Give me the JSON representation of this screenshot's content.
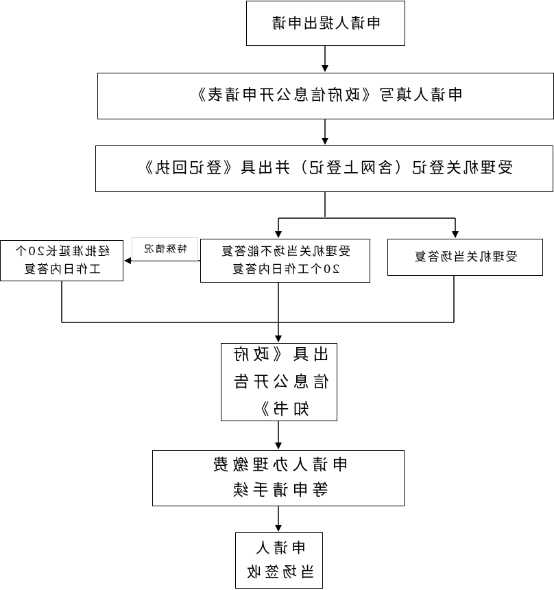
{
  "flow": {
    "step1": "申请人提出申请",
    "step2": "申请人填写《政府信息公开申请表》",
    "step3": "受理机关登记（含网上登记）并出具《登记回执》",
    "branch_left": {
      "line1": "受理机关当场不能答复",
      "line2": "20个工作日内答复"
    },
    "branch_right": "受理机关当场答复",
    "extension": {
      "line1": "经批准延长20个",
      "line2": "工作日内答复"
    },
    "special_label": "特殊情况",
    "step4": {
      "line1": "出具《政府",
      "line2": "信息公开告",
      "line3": "知书》"
    },
    "step5": {
      "line1": "申请人办理缴费",
      "line2": "等申请手续"
    },
    "step6": {
      "line1": "申请人",
      "line2": "当场签收"
    }
  }
}
